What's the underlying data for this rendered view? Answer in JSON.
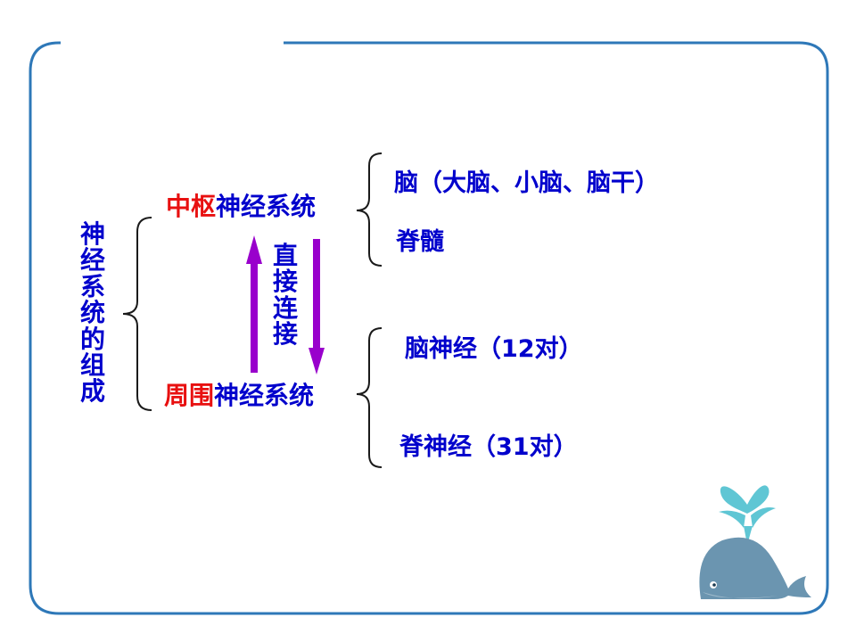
{
  "diagram": {
    "root": {
      "label": "神经系统的组成"
    },
    "central": {
      "highlight": "中枢",
      "rest": "神经系统",
      "children": [
        {
          "label": "脑（大脑、小脑、脑干）"
        },
        {
          "label": "脊髓"
        }
      ]
    },
    "peripheral": {
      "highlight": "周围",
      "rest": "神经系统",
      "children": [
        {
          "label": "脑神经（12对）"
        },
        {
          "label": "脊神经（31对）"
        }
      ]
    },
    "link_label": "直接连接"
  },
  "colors": {
    "text": "#0000cc",
    "highlight": "#e81010",
    "frame": "#2e78b8",
    "bracket": "#1a1a1a",
    "arrow": "#9900cc",
    "whale_body": "#6b95b0",
    "water": "#5fc6d4"
  },
  "icons": {
    "decoration": "whale-icon"
  }
}
